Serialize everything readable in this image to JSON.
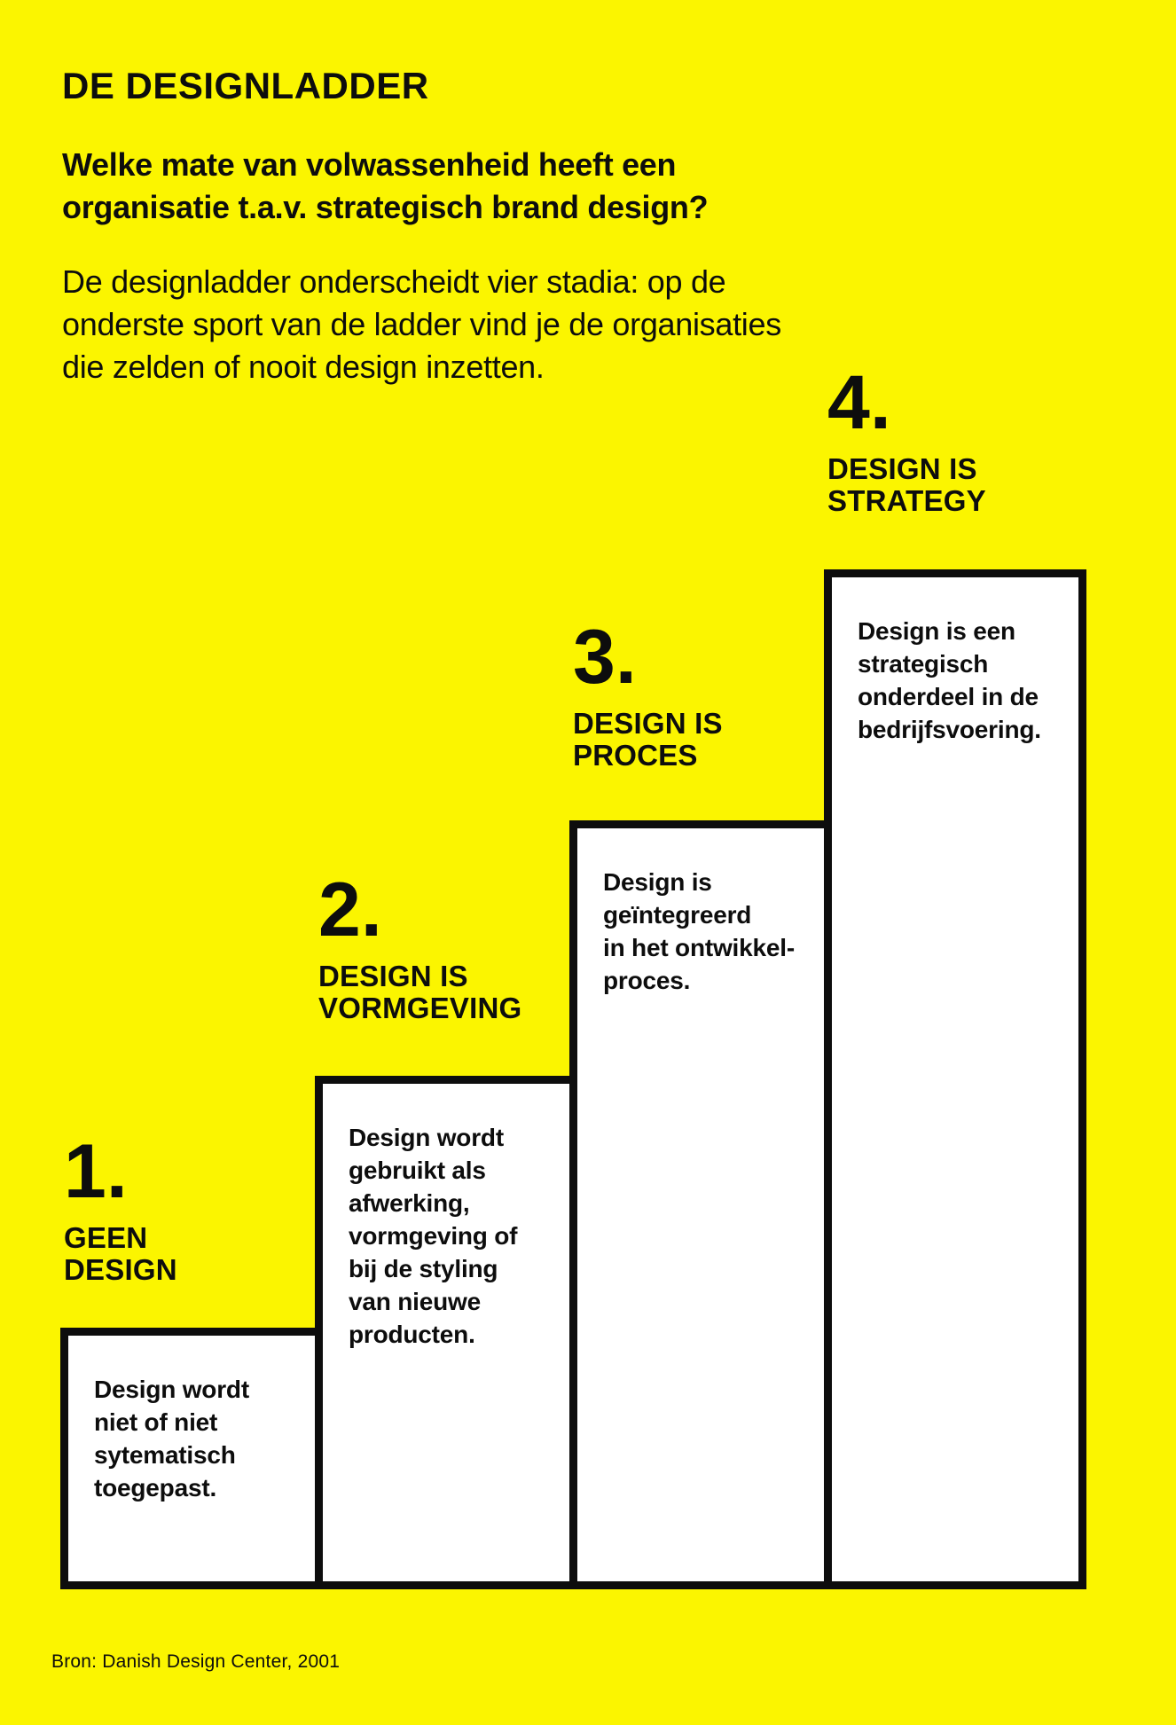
{
  "colors": {
    "background": "#FBF500",
    "ink": "#0D0D0D",
    "box_fill": "#FFFFFF"
  },
  "header": {
    "title": "DE DESIGNLADDER",
    "subtitle": "Welke mate van volwassenheid heeft een\norganisatie t.a.v. strategisch brand design?",
    "intro": "De designladder onderscheidt vier stadia: op de\nonderste sport van de ladder vind je de organisaties\ndie zelden of nooit design inzetten."
  },
  "ladder": {
    "steps": [
      {
        "number": "1.",
        "heading": "GEEN\nDESIGN",
        "description": "Design wordt\nniet of niet\nsytematisch\ntoegepast."
      },
      {
        "number": "2.",
        "heading": "DESIGN IS\nVORMGEVING",
        "description": "Design wordt\ngebruikt als\nafwerking,\nvormgeving of\nbij de styling\nvan nieuwe\nproducten."
      },
      {
        "number": "3.",
        "heading": "DESIGN IS\nPROCES",
        "description": "Design is\ngeïntegreerd\nin het ontwikkel-\nproces."
      },
      {
        "number": "4.",
        "heading": "DESIGN IS\nSTRATEGY",
        "description": "Design is een\nstrategisch\nonderdeel in de\nbedrijfsvoering."
      }
    ]
  },
  "footer": {
    "source": "Bron: Danish Design Center, 2001"
  }
}
